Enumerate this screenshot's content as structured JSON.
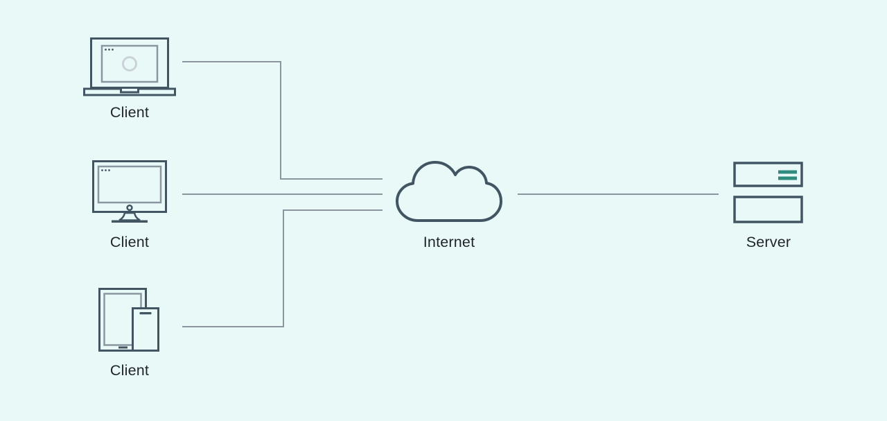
{
  "diagram": {
    "title": "client-server-network-diagram",
    "nodes": [
      {
        "id": "client-laptop",
        "label": "Client",
        "icon": "laptop-icon"
      },
      {
        "id": "client-desktop",
        "label": "Client",
        "icon": "desktop-monitor-icon"
      },
      {
        "id": "client-mobile",
        "label": "Client",
        "icon": "tablet-phone-icon"
      },
      {
        "id": "internet",
        "label": "Internet",
        "icon": "cloud-icon"
      },
      {
        "id": "server",
        "label": "Server",
        "icon": "server-icon"
      }
    ],
    "edges": [
      {
        "from": "client-laptop",
        "to": "internet",
        "style": "elbow"
      },
      {
        "from": "client-desktop",
        "to": "internet",
        "style": "straight"
      },
      {
        "from": "client-mobile",
        "to": "internet",
        "style": "elbow"
      },
      {
        "from": "internet",
        "to": "server",
        "style": "straight"
      }
    ],
    "colors": {
      "background": "#e9f9f8",
      "outline_slate": "#425563",
      "inner_gray": "#8a97a1",
      "spinner_light_gray": "#cbd3d8",
      "connector_gray": "#8b959d",
      "accent_teal": "#2e8c7e",
      "label_text": "#1e242a"
    }
  }
}
